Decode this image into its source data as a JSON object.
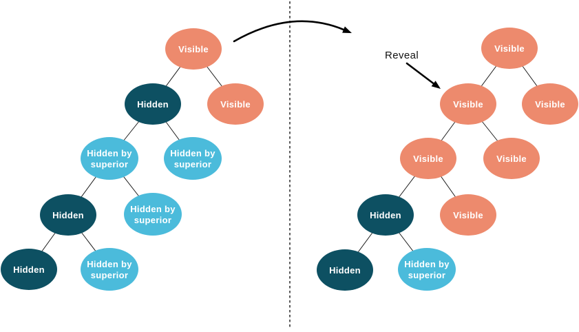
{
  "colors": {
    "visible": "#ED8A6D",
    "hidden": "#0D5062",
    "hidden_by_superior": "#4BBBDB"
  },
  "annotations": {
    "reveal": "Reveal"
  },
  "before_tree": {
    "name": "before-reveal",
    "nodes": [
      {
        "label": "Visible",
        "state": "visible"
      },
      {
        "label": "Hidden",
        "state": "hidden"
      },
      {
        "label": "Visible",
        "state": "visible"
      },
      {
        "label": "Hidden by superior",
        "line1": "Hidden by",
        "line2": "superior",
        "state": "hidden_by_superior"
      },
      {
        "label": "Hidden by superior",
        "line1": "Hidden by",
        "line2": "superior",
        "state": "hidden_by_superior"
      },
      {
        "label": "Hidden",
        "state": "hidden"
      },
      {
        "label": "Hidden by superior",
        "line1": "Hidden by",
        "line2": "superior",
        "state": "hidden_by_superior"
      },
      {
        "label": "Hidden",
        "state": "hidden"
      },
      {
        "label": "Hidden by superior",
        "line1": "Hidden by",
        "line2": "superior",
        "state": "hidden_by_superior"
      }
    ],
    "edges": [
      [
        0,
        1
      ],
      [
        0,
        2
      ],
      [
        1,
        3
      ],
      [
        1,
        4
      ],
      [
        3,
        5
      ],
      [
        3,
        6
      ],
      [
        5,
        7
      ],
      [
        5,
        8
      ]
    ]
  },
  "after_tree": {
    "name": "after-reveal",
    "nodes": [
      {
        "label": "Visible",
        "state": "visible"
      },
      {
        "label": "Visible",
        "state": "visible"
      },
      {
        "label": "Visible",
        "state": "visible"
      },
      {
        "label": "Visible",
        "state": "visible"
      },
      {
        "label": "Visible",
        "state": "visible"
      },
      {
        "label": "Hidden",
        "state": "hidden"
      },
      {
        "label": "Visible",
        "state": "visible"
      },
      {
        "label": "Hidden",
        "state": "hidden"
      },
      {
        "label": "Hidden by superior",
        "line1": "Hidden by",
        "line2": "superior",
        "state": "hidden_by_superior"
      }
    ],
    "edges": [
      [
        0,
        1
      ],
      [
        0,
        2
      ],
      [
        1,
        3
      ],
      [
        1,
        4
      ],
      [
        3,
        5
      ],
      [
        3,
        6
      ],
      [
        5,
        7
      ],
      [
        5,
        8
      ]
    ]
  }
}
